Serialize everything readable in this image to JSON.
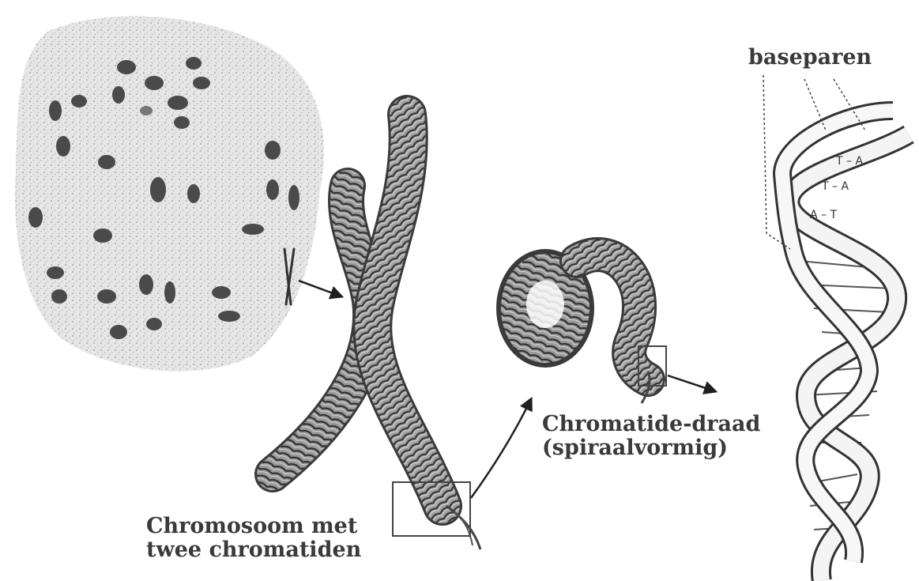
{
  "labels": {
    "chromosome": [
      "Chromosoom met",
      "twee chromatiden"
    ],
    "chromatid": [
      "Chromatide-draad",
      "(spiraalvormig)"
    ],
    "base_pairs": "baseparen"
  },
  "base_pair_letters": [
    "T – A",
    "T – A",
    "A – T"
  ],
  "colors": {
    "ink": "#3a3a3a",
    "cell_speckle": "#a9a9a9",
    "chromosome_blob": "#4a4a4a",
    "coil_fill": "#8a8a8a",
    "helix_strand": "#f4f4f4"
  }
}
